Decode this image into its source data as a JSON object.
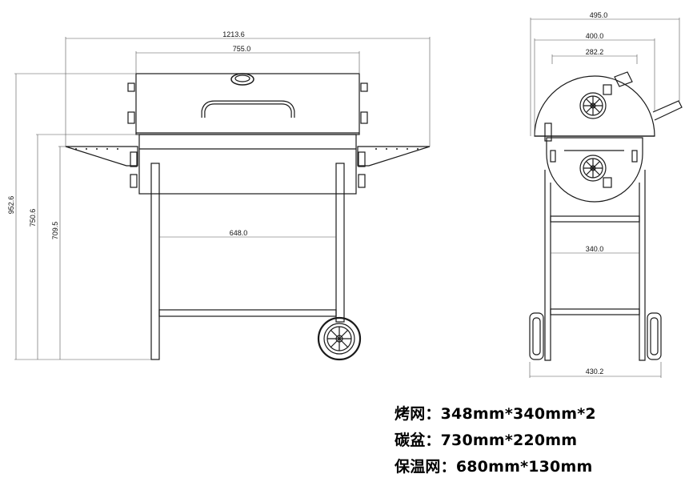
{
  "dimensions": {
    "overall_width": "1213.6",
    "hood_width": "755.0",
    "cart_inner_width": "648.0",
    "total_height": "952.6",
    "shelf_height": "750.6",
    "base_height": "709.5",
    "side_overall_width": "495.0",
    "side_body_width": "400.0",
    "side_inner_width": "282.2",
    "side_leg_width": "340.0",
    "side_wheel_width": "430.2"
  },
  "specs": [
    {
      "label": "烤网：",
      "value": "348mm*340mm*2"
    },
    {
      "label": "碳盆：",
      "value": "730mm*220mm"
    },
    {
      "label": "保温网：",
      "value": "680mm*130mm"
    }
  ],
  "colors": {
    "line": "#1a1a1a",
    "dim_line": "#555555",
    "background": "#ffffff"
  }
}
